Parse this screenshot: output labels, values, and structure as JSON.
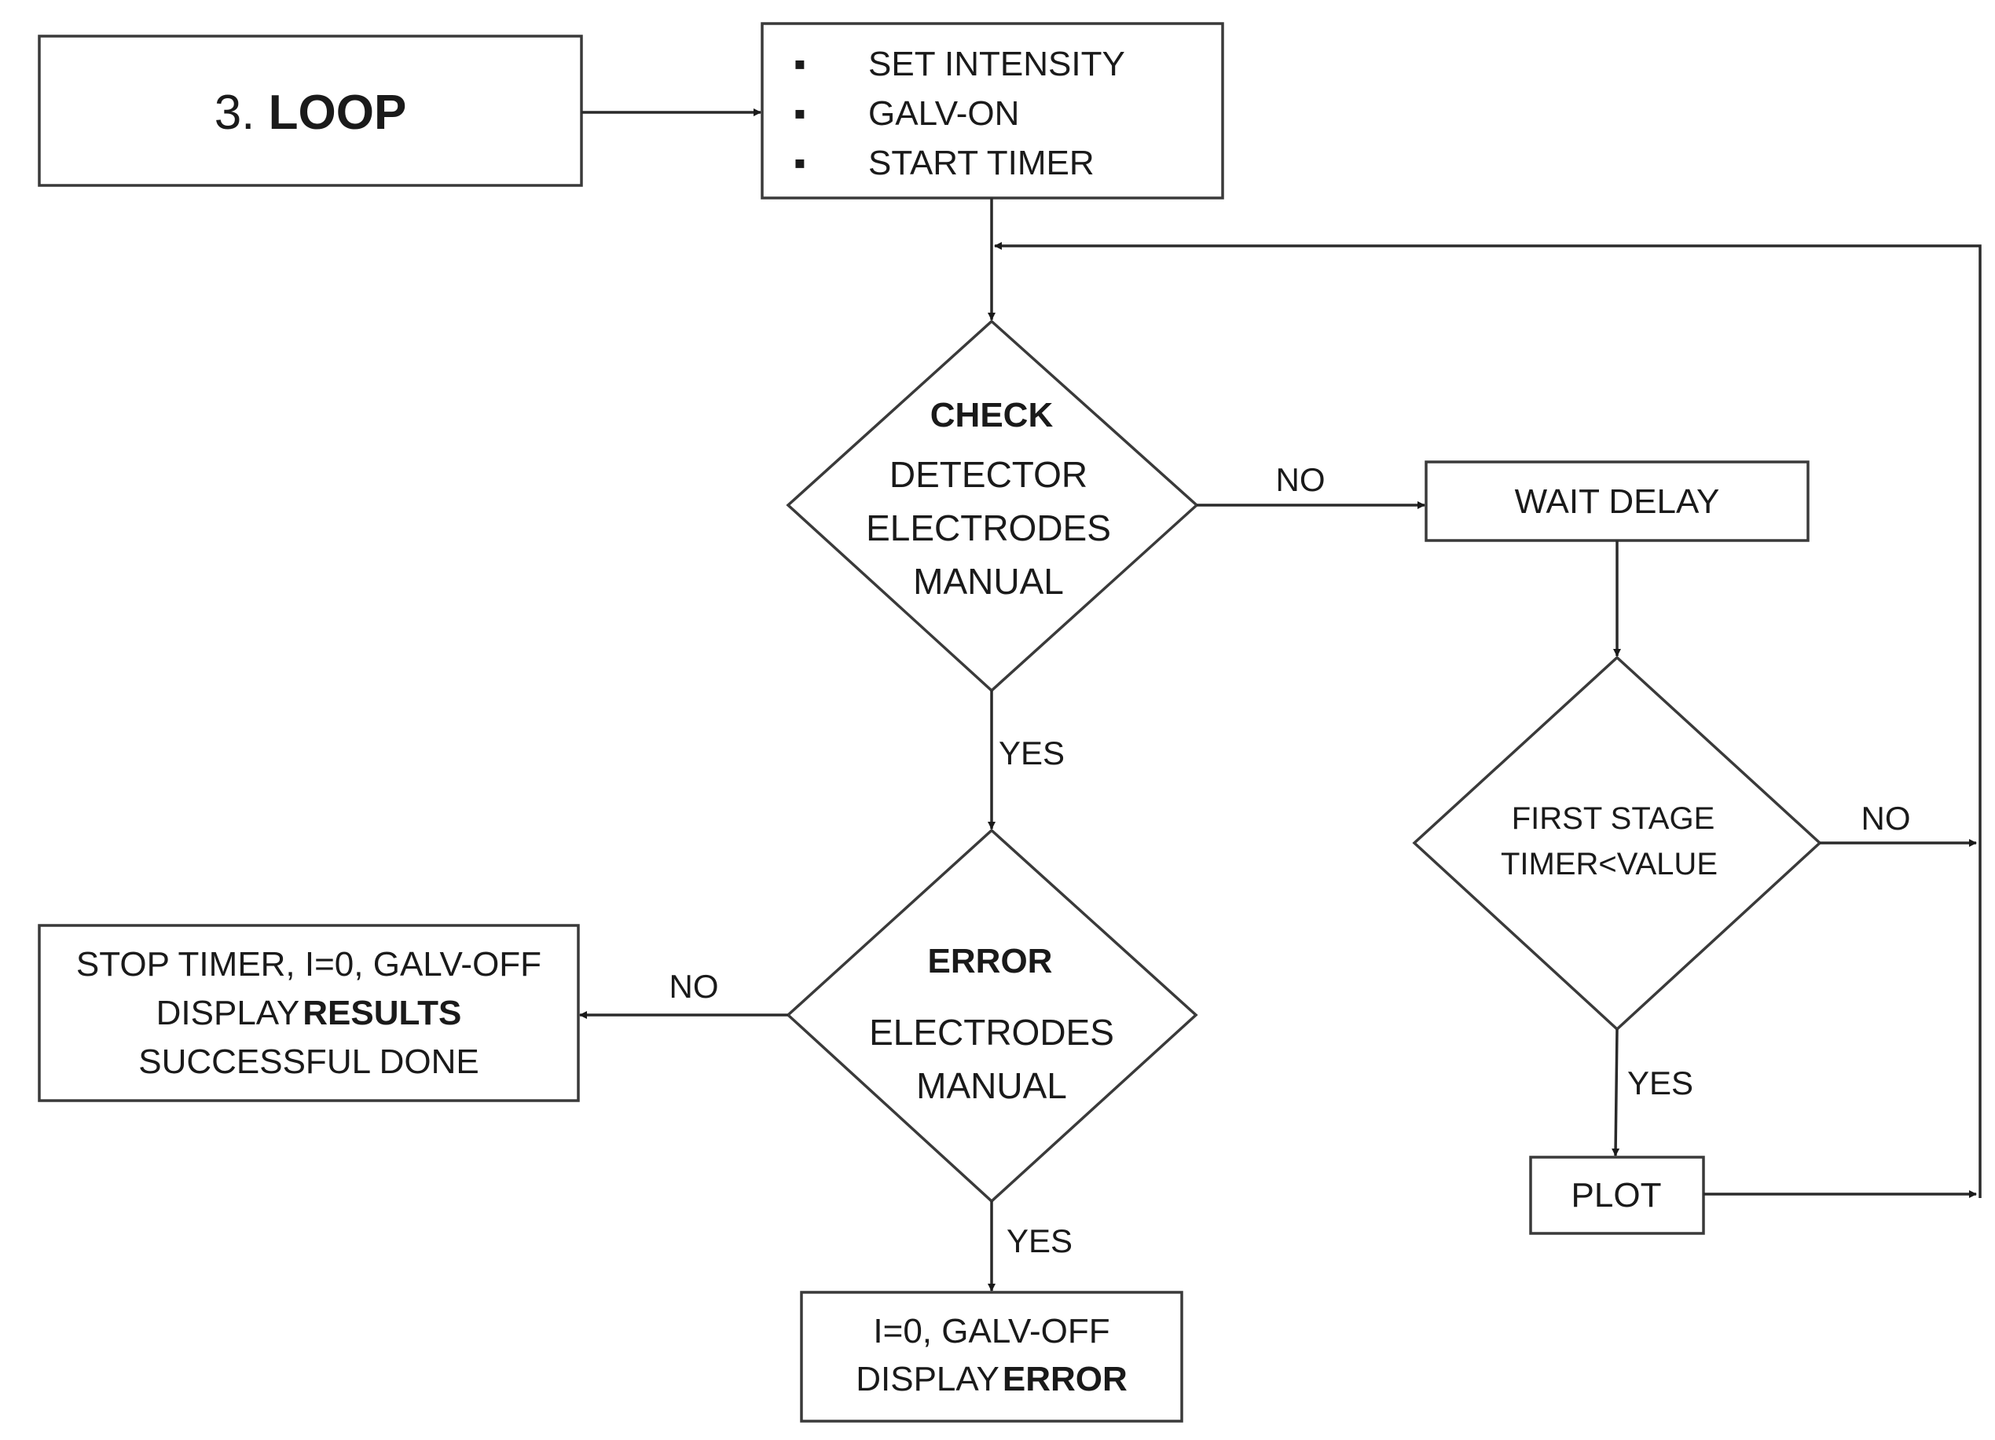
{
  "title": {
    "num": "3. ",
    "bold": "LOOP"
  },
  "init_box": {
    "items": [
      "SET INTENSITY",
      "GALV-ON",
      "START TIMER"
    ],
    "bullet": "▪"
  },
  "check": {
    "heading": "CHECK",
    "lines": [
      "DETECTOR",
      "ELECTRODES",
      "MANUAL"
    ]
  },
  "wait": {
    "label": "WAIT DELAY"
  },
  "first_stage": {
    "lines": [
      "FIRST STAGE",
      "TIMER<VALUE"
    ]
  },
  "error": {
    "heading": "ERROR",
    "lines": [
      "ELECTRODES",
      "MANUAL"
    ]
  },
  "stop_box": {
    "line1": "STOP TIMER,  I=0, GALV-OFF",
    "line2_plain": "DISPLAY",
    "line2_bold": "RESULTS",
    "line3": "SUCCESSFUL DONE"
  },
  "error_box": {
    "line1": "I=0, GALV-OFF",
    "line2_plain": "DISPLAY",
    "line2_bold": "ERROR"
  },
  "plot": {
    "label": "PLOT"
  },
  "edge_labels": {
    "check_no": "NO",
    "check_yes": "YES",
    "error_no": "NO",
    "error_yes": "YES",
    "stage_no": "NO",
    "stage_yes": "YES"
  }
}
